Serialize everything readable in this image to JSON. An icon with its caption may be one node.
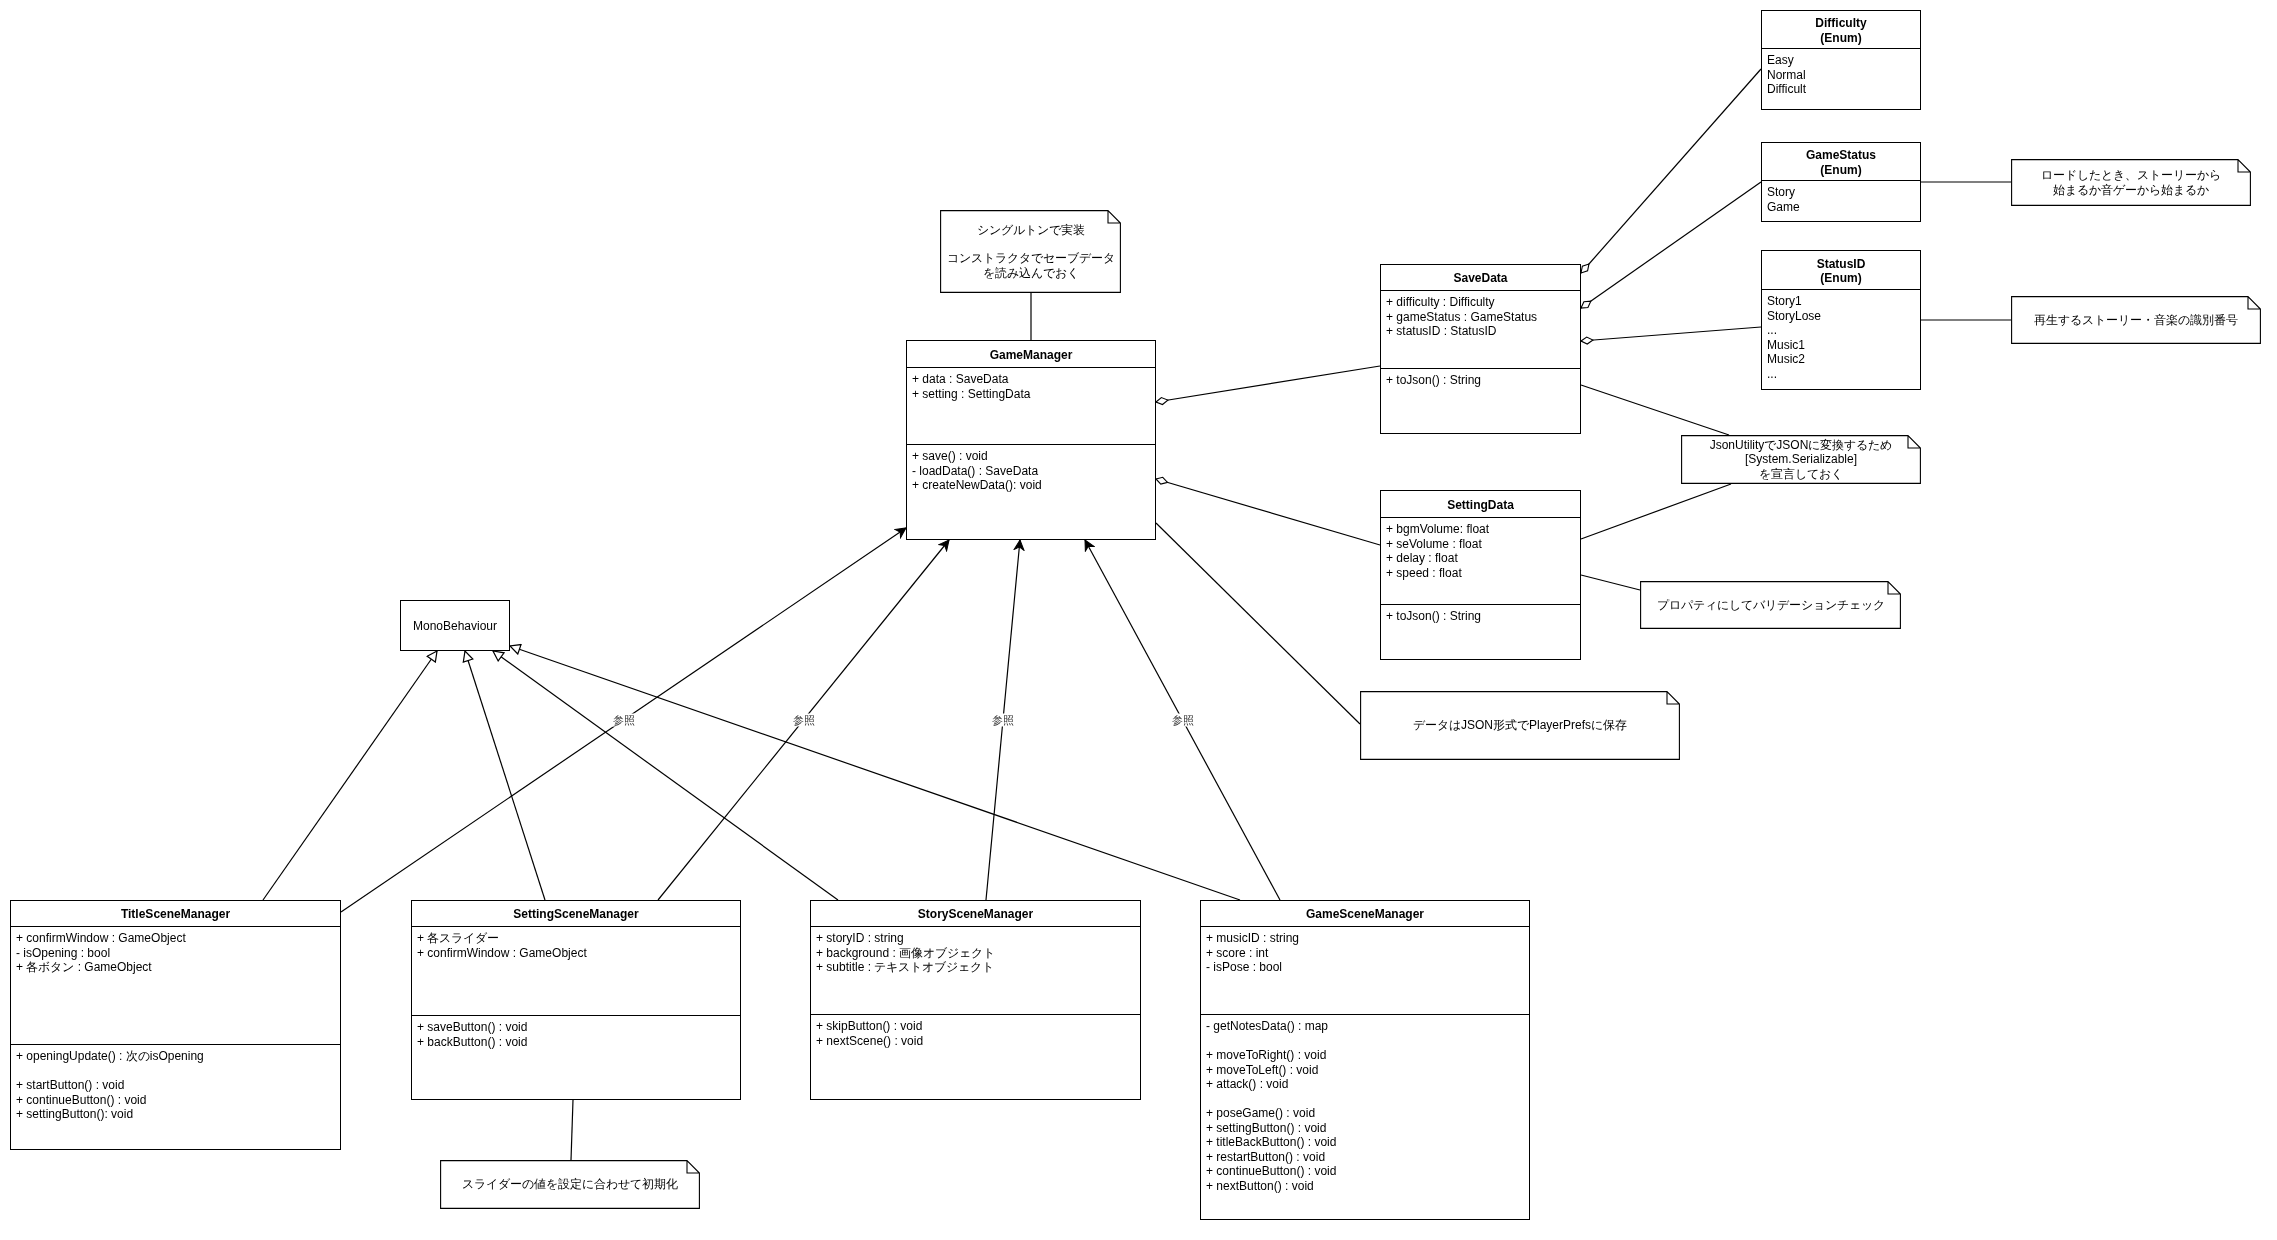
{
  "diagram": {
    "nodes": [
      {
        "text": [
          "Difficulty (Enum)",
          "Easy",
          "Normal",
          "Difficult"
        ]
      },
      {
        "text": [
          "GameStatus (Enum)",
          "Story",
          "Game"
        ]
      },
      {
        "text": [
          "ロードしたとき、ストーリーから始まるか音ゲーから始まるか"
        ]
      },
      {
        "text": [
          "シングルトンで実装",
          "コンストラクタでセーブデータを読み込んでおく"
        ]
      },
      {
        "text": [
          "StatusID (Enum)",
          "Story1",
          "StoryLose",
          "...",
          "Music1",
          "Music2",
          "..."
        ]
      },
      {
        "text": [
          "SaveData",
          "+ difficulty : Difficulty",
          "+ gameStatus : GameStatus",
          "+ statusID : StatusID",
          "+ toJson() : String"
        ]
      },
      {
        "text": [
          "再生するストーリー・音楽の識別番号"
        ]
      },
      {
        "text": [
          "GameManager",
          "+ data : SaveData",
          "+ setting : SettingData",
          "+ save() : void",
          "- loadData() : SaveData",
          "+ createNewData(): void"
        ]
      },
      {
        "text": [
          "JsonUtilityでJSONに変換するため",
          "[System.Serializable]",
          "を宣言しておく"
        ]
      },
      {
        "text": [
          "SettingData",
          "+ bgmVolume: float",
          "+ seVolume : float",
          "+ delay : float",
          "+ speed : float",
          "+ toJson() : String"
        ]
      },
      {
        "text": [
          "プロパティにしてバリデーションチェック"
        ]
      },
      {
        "text": [
          "MonoBehaviour"
        ]
      },
      {
        "text": [
          "データはJSON形式でPlayerPrefsに保存"
        ]
      },
      {
        "text": [
          "TitleSceneManager",
          "+ confirmWindow : GameObject",
          "- isOpening : bool",
          "+ 各ボタン : GameObject",
          "+ openingUpdate() : 次のisOpening",
          "+ startButton() : void",
          "+ continueButton() : void",
          "+ settingButton(): void"
        ]
      },
      {
        "text": [
          "SettingSceneManager",
          "+ 各スライダー",
          "+ confirmWindow : GameObject",
          "+ saveButton() : void",
          "+ backButton() : void"
        ]
      },
      {
        "text": [
          "StorySceneManager",
          "+ storyID : string",
          "+ background : 画像オブジェクト",
          "+ subtitle : テキストオブジェクト",
          "+ skipButton() : void",
          "+ nextScene() : void"
        ]
      },
      {
        "text": [
          "GameSceneManager",
          "+ musicID : string",
          "+ score : int",
          "- isPose : bool",
          "- getNotesData() : map",
          "+ moveToRight() : void",
          "+ moveToLeft() : void",
          "+ attack() : void",
          "+ poseGame() : void",
          "+ settingButton() : void",
          "+ titleBackButton() : void",
          "+ restartButton() : void",
          "+ continueButton() : void",
          "+ nextButton() : void"
        ]
      },
      {
        "text": [
          "スライダーの値を設定に合わせて初期化"
        ]
      }
    ],
    "edges": [
      {
        "from": 3,
        "to": 7,
        "arrow": "none"
      },
      {
        "from": 7,
        "to": 5,
        "arrow": "other"
      },
      {
        "from": 7,
        "to": 9,
        "arrow": "other"
      },
      {
        "from": 5,
        "to": 0,
        "arrow": "other"
      },
      {
        "from": 5,
        "to": 1,
        "arrow": "other"
      },
      {
        "from": 5,
        "to": 4,
        "arrow": "other"
      },
      {
        "from": 1,
        "to": 2,
        "arrow": "none"
      },
      {
        "from": 4,
        "to": 6,
        "arrow": "none"
      },
      {
        "from": 5,
        "to": 8,
        "arrow": "none"
      },
      {
        "from": 9,
        "to": 8,
        "arrow": "none"
      },
      {
        "from": 9,
        "to": 10,
        "arrow": "none"
      },
      {
        "from": 7,
        "to": 12,
        "arrow": "none"
      },
      {
        "from": 13,
        "to": 11,
        "arrow": "to"
      },
      {
        "from": 14,
        "to": 11,
        "arrow": "to"
      },
      {
        "from": 15,
        "to": 11,
        "arrow": "to"
      },
      {
        "from": 16,
        "to": 11,
        "arrow": "to"
      },
      {
        "from": 13,
        "to": 7,
        "arrow": "to",
        "label": "参照"
      },
      {
        "from": 14,
        "to": 7,
        "arrow": "to",
        "label": "参照"
      },
      {
        "from": 15,
        "to": 7,
        "arrow": "to",
        "label": "参照"
      },
      {
        "from": 16,
        "to": 7,
        "arrow": "to",
        "label": "参照"
      },
      {
        "from": 14,
        "to": 17,
        "arrow": "none"
      }
    ]
  }
}
